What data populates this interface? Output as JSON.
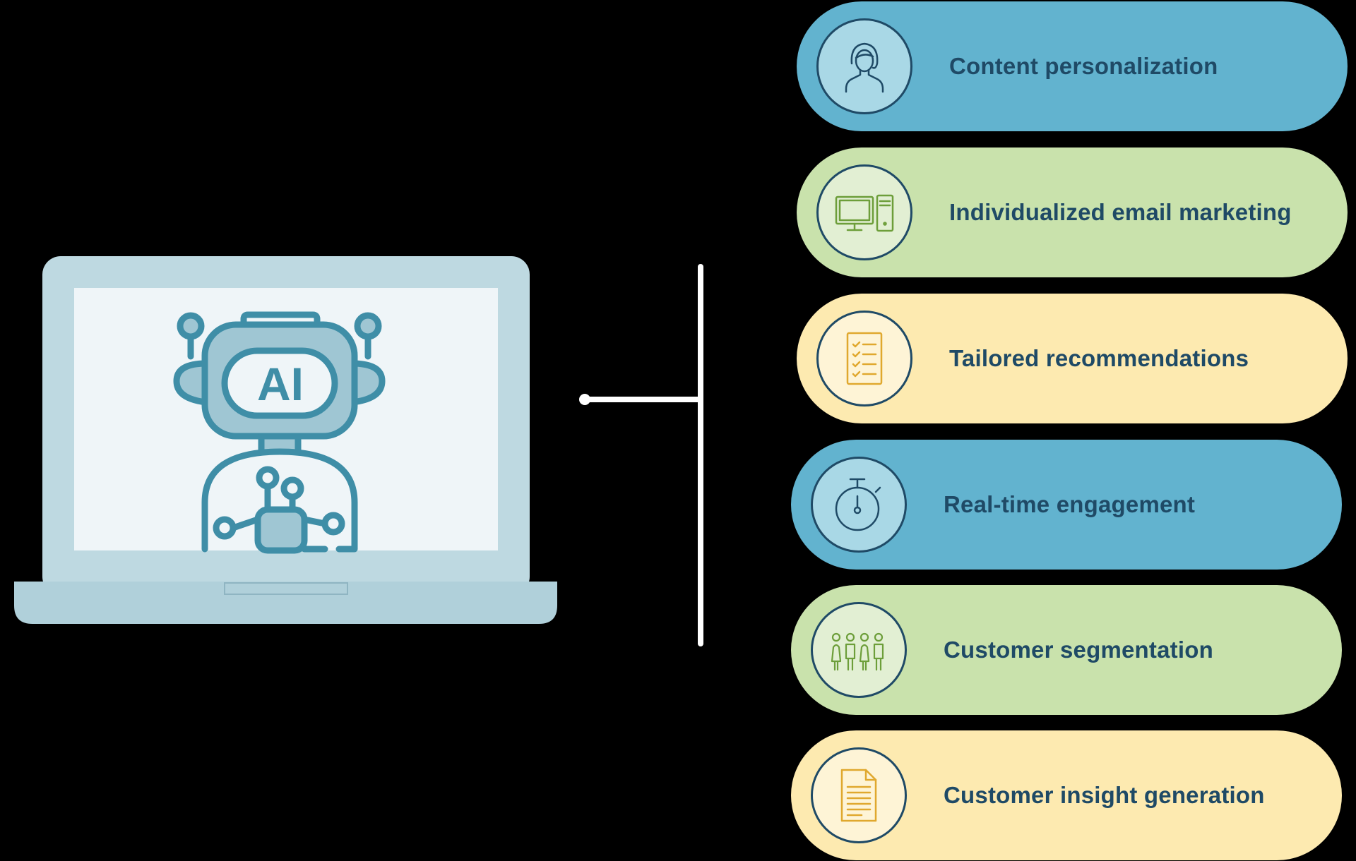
{
  "laptop": {
    "screen_text": "AI"
  },
  "items": [
    {
      "label": "Content personalization",
      "icon": "person-icon",
      "color": "#62b3cf",
      "circle_color": "#a9d8e6"
    },
    {
      "label": "Individualized email marketing",
      "icon": "computer-icon",
      "color": "#c9e2ac",
      "circle_color": "#e2efd3"
    },
    {
      "label": "Tailored recommendations",
      "icon": "checklist-icon",
      "color": "#fdeab0",
      "circle_color": "#fef4d6"
    },
    {
      "label": "Real-time engagement",
      "icon": "stopwatch-icon",
      "color": "#62b3cf",
      "circle_color": "#a9d8e6"
    },
    {
      "label": "Customer segmentation",
      "icon": "people-group-icon",
      "color": "#c9e2ac",
      "circle_color": "#e2efd3"
    },
    {
      "label": "Customer insight generation",
      "icon": "document-icon",
      "color": "#fdeab0",
      "circle_color": "#fef4d6"
    }
  ]
}
